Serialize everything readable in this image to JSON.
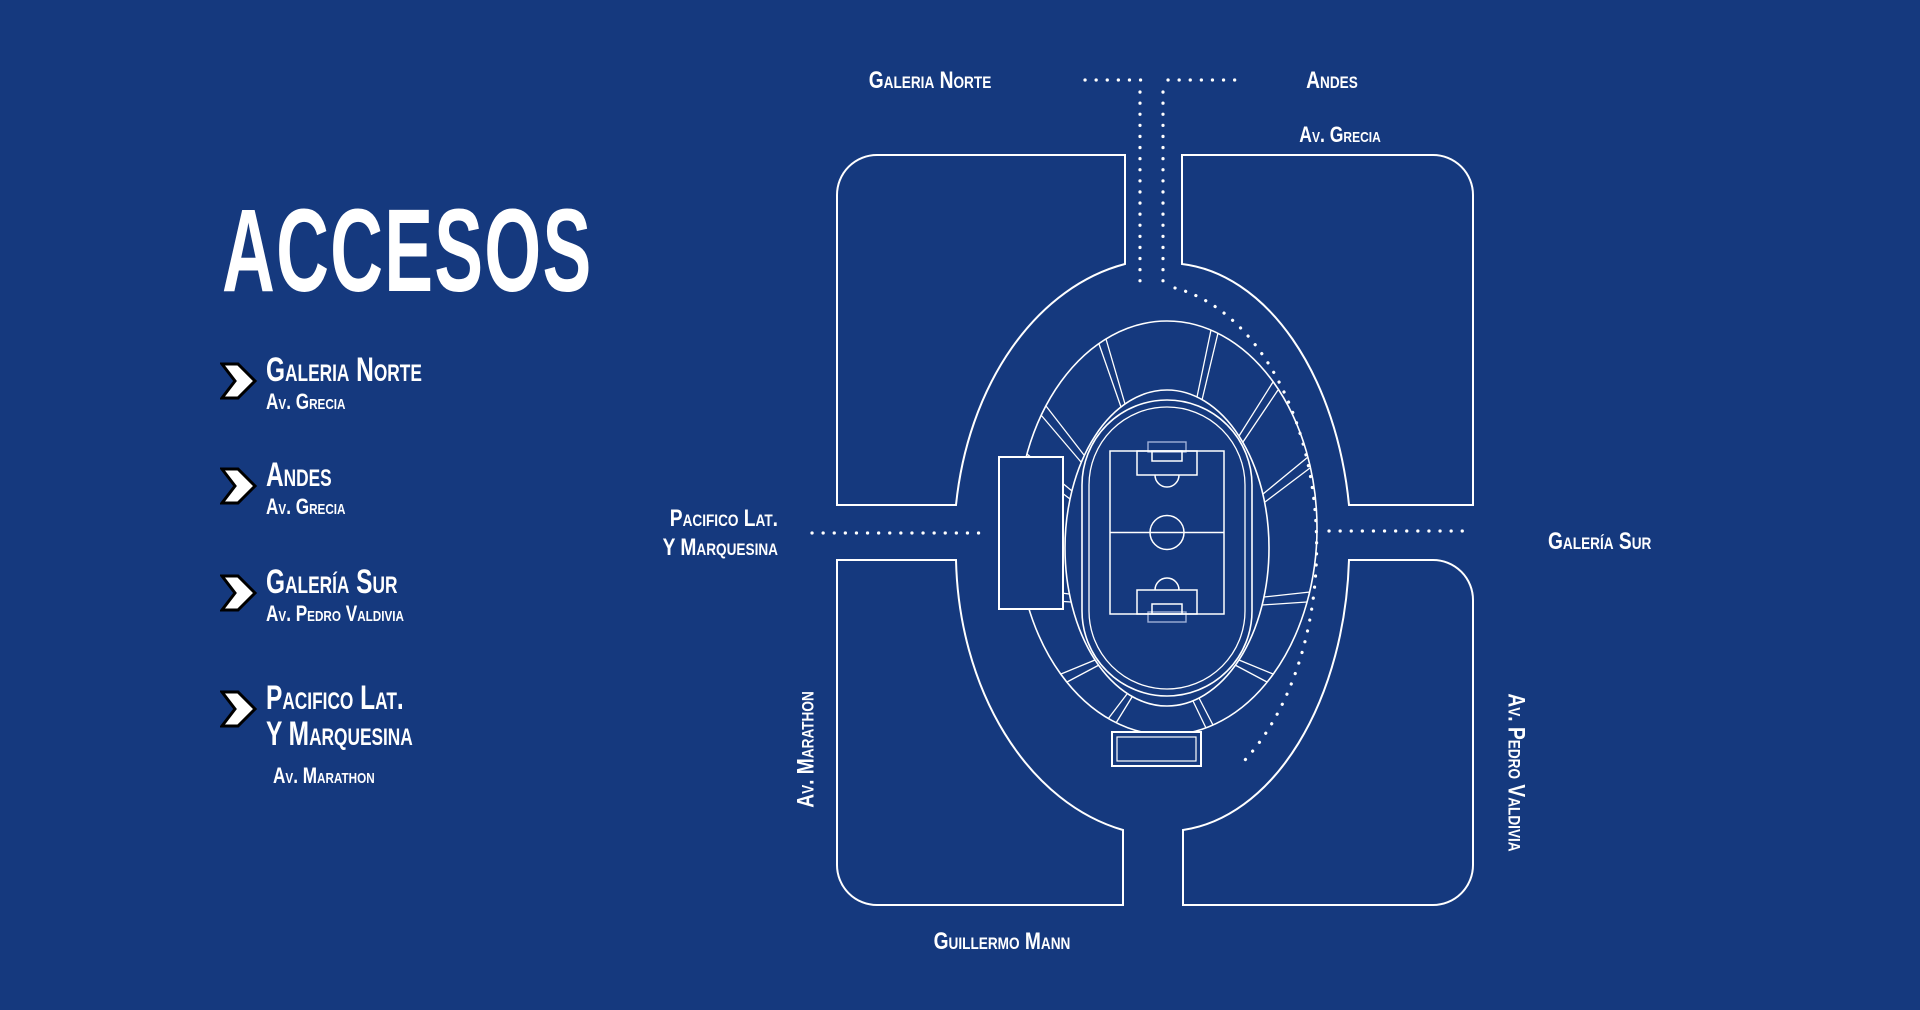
{
  "colors": {
    "background": "#15397E",
    "line": "#FFFFFF",
    "goal_accent": "#9FB0D8",
    "chevron_fill": "#FFFFFF",
    "chevron_outline": "#000000"
  },
  "sidebar": {
    "title": "ACCESOS",
    "items": [
      {
        "name": "Galeria Norte",
        "street": "Av. Grecia"
      },
      {
        "name": "Andes",
        "street": "Av. Grecia"
      },
      {
        "name": "Galería Sur",
        "street": "Av. Pedro Valdivia"
      },
      {
        "name": "Pacifico Lat.",
        "name_line2": "Y Marquesina",
        "street": "Av. Marathon"
      }
    ]
  },
  "map": {
    "labels": {
      "galeria_norte": "Galeria Norte",
      "andes": "Andes",
      "av_grecia": "Av. Grecia",
      "pacifico_line1": "Pacifico Lat.",
      "pacifico_line2": "Y Marquesina",
      "galeria_sur": "Galería Sur",
      "av_marathon": "Av. Marathon",
      "av_pedro_valdivia": "Av. Pedro Valdivia",
      "guillermo_mann": "Guillermo Mann"
    }
  }
}
